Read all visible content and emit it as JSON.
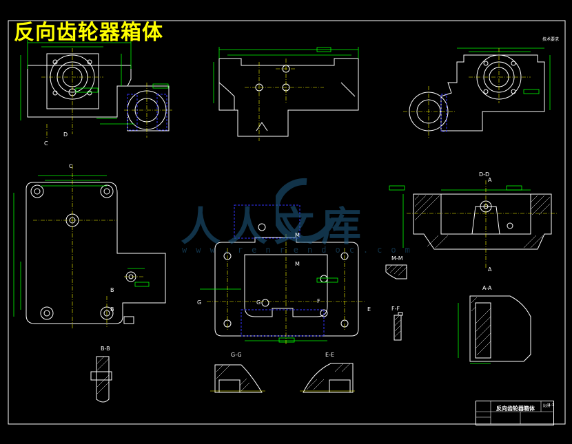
{
  "title": "反向齿轮器箱体",
  "watermark": {
    "text": "人人文库",
    "url": "www.renrendoc.com"
  },
  "view_labels": {
    "c_top": "C",
    "d_top": "D",
    "c_plan": "C",
    "d_d": "D-D",
    "a_marker": "A",
    "a_marker_bottom": "A",
    "m_m": "M-M",
    "f_f": "F-F",
    "a_a": "A-A",
    "b_b": "B-B",
    "g_g": "G-G",
    "e_e": "E-E",
    "b1": "B",
    "b2": "B",
    "g1": "G",
    "g2": "G",
    "e1": "E",
    "f1": "F",
    "m1": "M",
    "m2": "M",
    "tech_note": "技术要求"
  },
  "title_block": {
    "name": "反向齿轮器箱体",
    "scale_label": "比例",
    "scale_value": "1:1"
  },
  "colors": {
    "background": "#000000",
    "lines": "#ffffff",
    "dimension": "#00ff00",
    "center": "#ffff00",
    "hidden": "#3333ff",
    "title": "#ffff00",
    "watermark": "#1f5d86"
  }
}
